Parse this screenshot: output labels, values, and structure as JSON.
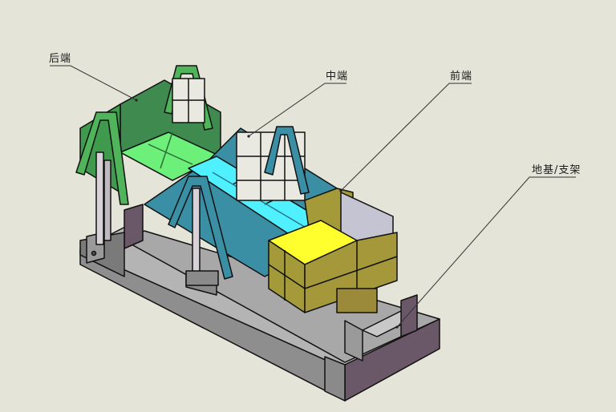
{
  "diagram": {
    "type": "isometric CAD assembly view",
    "background_color": "#e4e4d8",
    "callouts": [
      {
        "id": "rear",
        "label": "后端",
        "color": "#3f9a4e",
        "highlight": "#6cf07a"
      },
      {
        "id": "middle",
        "label": "中端",
        "color": "#3a8fa4",
        "highlight": "#4ff0ff"
      },
      {
        "id": "front",
        "label": "前端",
        "color": "#a49a3a",
        "highlight": "#ffff2e"
      },
      {
        "id": "foundation",
        "label": "地基/支架",
        "color": "#b0b0b0",
        "shadow": "#6a5868"
      }
    ]
  }
}
